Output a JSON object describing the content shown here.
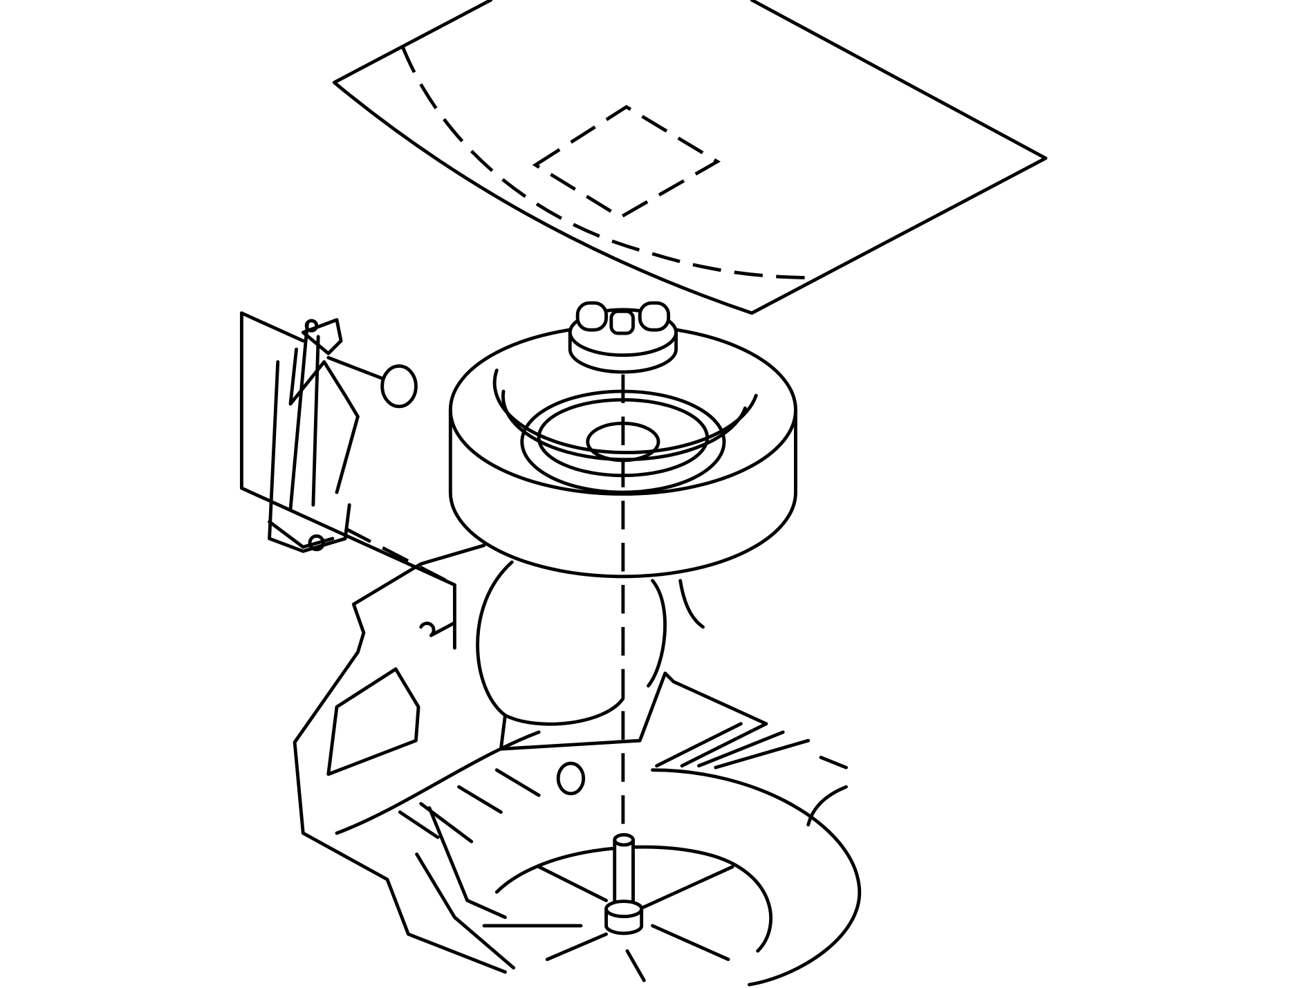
{
  "diagram": {
    "type": "exploded-view line drawing",
    "components": [
      "floor-cover-panel",
      "spare-tire",
      "tire-retainer",
      "retainer-bolt",
      "jack",
      "jack-bracket",
      "spare-tire-well"
    ],
    "line_color": "#000000",
    "background": "#ffffff"
  }
}
